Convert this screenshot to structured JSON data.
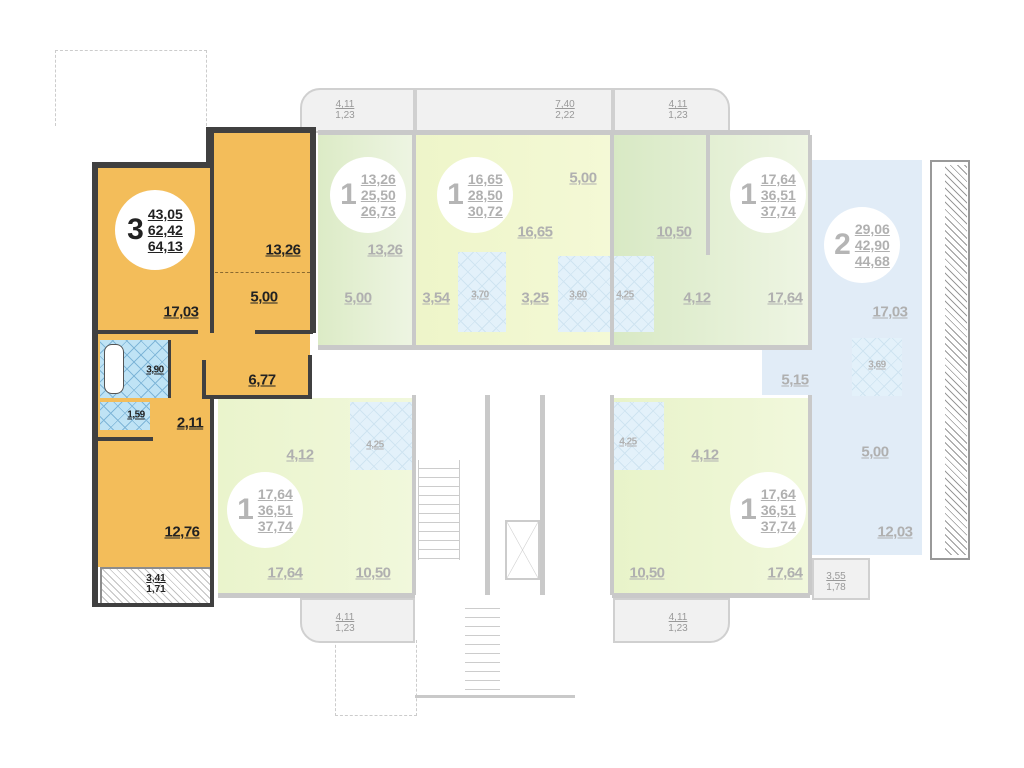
{
  "highlighted_apartment": {
    "rooms": 3,
    "living_area": "43,05",
    "total_area": "62,42",
    "total_with_balcony": "64,13",
    "spaces": {
      "bedroom_1": "17,03",
      "room_2": "13,26",
      "kitchen": "5,00",
      "hall": "6,77",
      "bathroom": "3,90",
      "toilet": "1,59",
      "corridor": "2,11",
      "bedroom_3": "12,76"
    },
    "balcony": {
      "area": "3,41",
      "reduced": "1,71"
    },
    "color": "#f2b74e"
  },
  "apartments": [
    {
      "id": "top-1",
      "rooms": 1,
      "a": "13,26",
      "b": "25,50",
      "c": "26,73",
      "spaces": [
        "13,26",
        "5,00",
        "3,54",
        "3,70"
      ]
    },
    {
      "id": "top-2",
      "rooms": 1,
      "a": "16,65",
      "b": "28,50",
      "c": "30,72",
      "spaces": [
        "16,65",
        "5,00",
        "3,25",
        "3,60"
      ]
    },
    {
      "id": "top-3",
      "rooms": 1,
      "a": "17,64",
      "b": "36,51",
      "c": "37,74",
      "spaces": [
        "10,50",
        "4,25",
        "4,12",
        "17,64"
      ]
    },
    {
      "id": "right-2",
      "rooms": 2,
      "a": "29,06",
      "b": "42,90",
      "c": "44,68",
      "spaces": [
        "17,03",
        "3,69",
        "5,15",
        "5,00",
        "12,03"
      ]
    },
    {
      "id": "bottom-left",
      "rooms": 1,
      "a": "17,64",
      "b": "36,51",
      "c": "37,74",
      "spaces": [
        "4,12",
        "4,25",
        "17,64",
        "10,50"
      ]
    },
    {
      "id": "bottom-right",
      "rooms": 1,
      "a": "17,64",
      "b": "36,51",
      "c": "37,74",
      "spaces": [
        "4,25",
        "4,12",
        "10,50",
        "17,64"
      ]
    }
  ],
  "balconies": [
    {
      "a": "4,11",
      "b": "1,23"
    },
    {
      "a": "7,40",
      "b": "2,22"
    },
    {
      "a": "4,11",
      "b": "1,23"
    },
    {
      "a": "3,55",
      "b": "1,78"
    },
    {
      "a": "4,11",
      "b": "1,23"
    },
    {
      "a": "4,11",
      "b": "1,23"
    }
  ]
}
